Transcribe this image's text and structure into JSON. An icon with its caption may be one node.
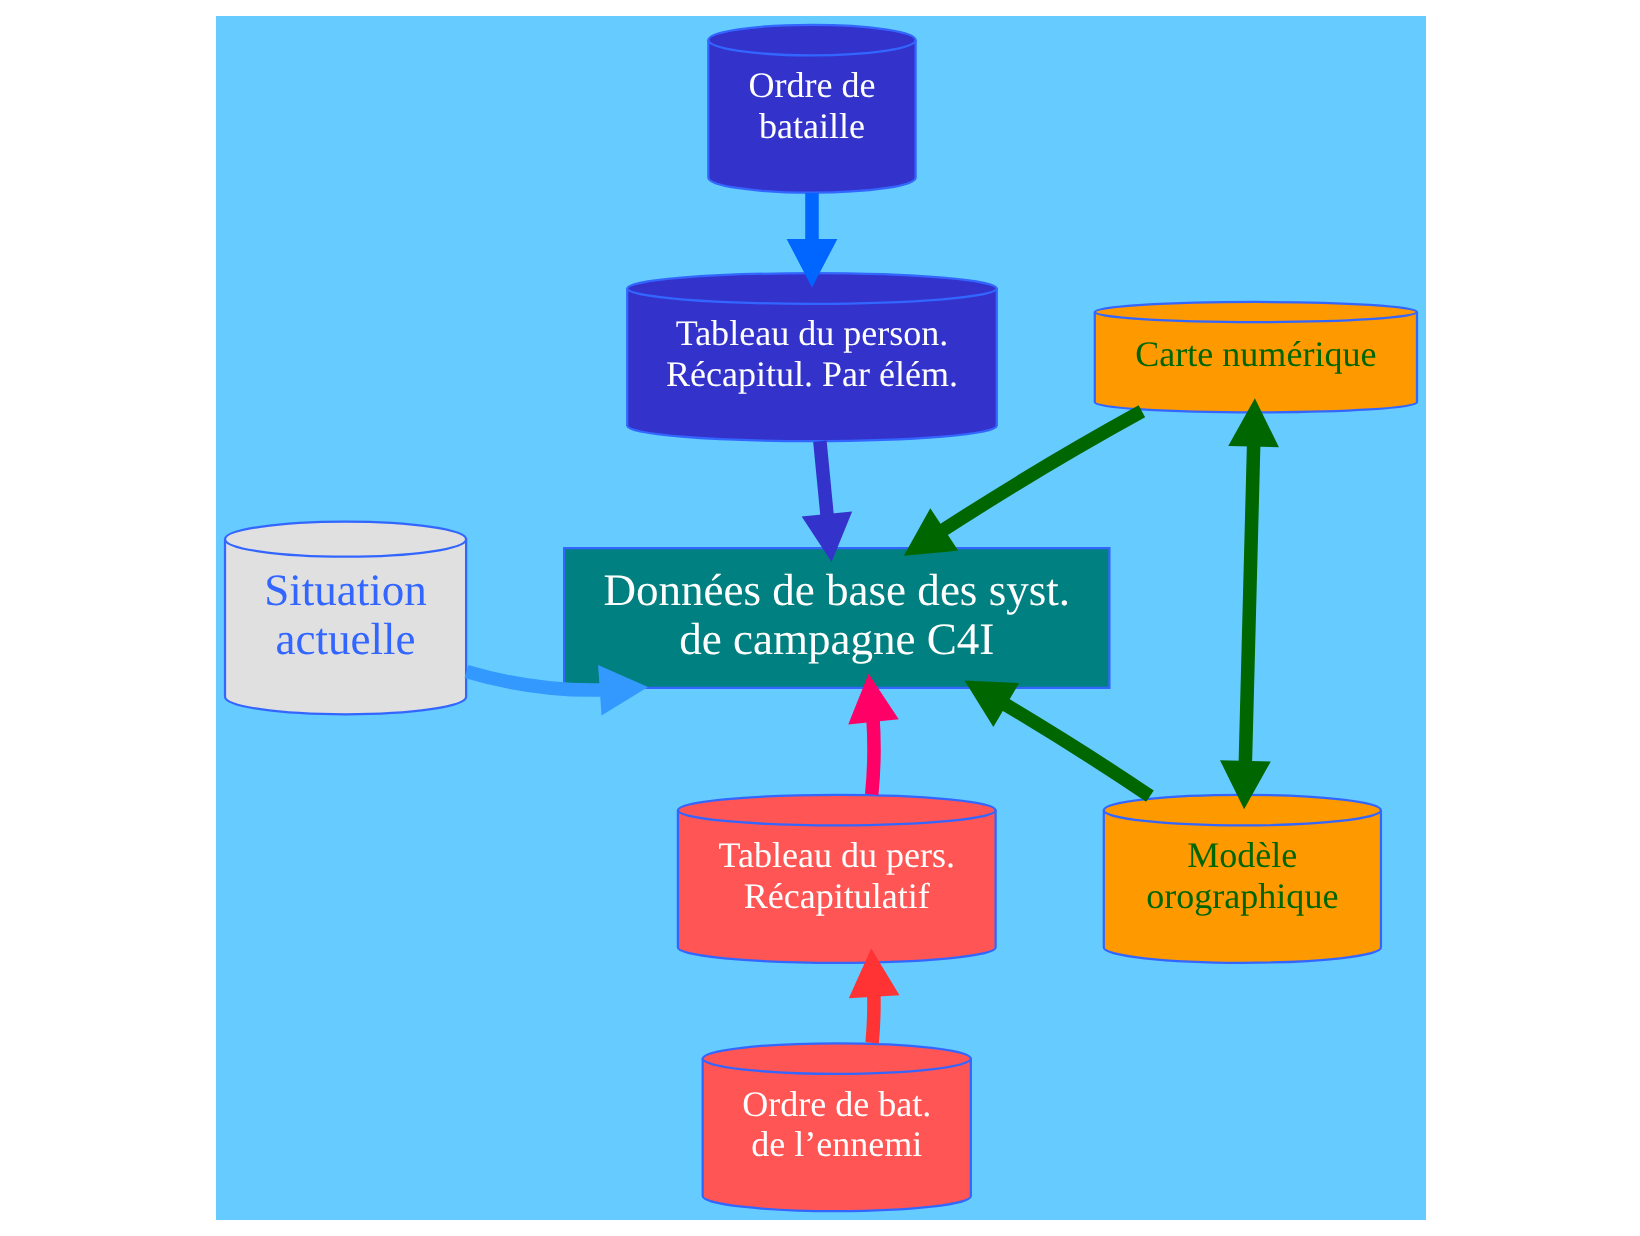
{
  "diagram": {
    "nodes": [
      {
        "text": [
          "Ordre de bataille"
        ]
      },
      {
        "text": [
          "Tableau du person.",
          "Récapitul. Par élém."
        ]
      },
      {
        "text": [
          "Situation actuelle"
        ]
      },
      {
        "text": [
          "Données de base des syst. de campagne C4I"
        ]
      },
      {
        "text": [
          "Carte numérique"
        ]
      },
      {
        "text": [
          "Modèle orographique"
        ]
      },
      {
        "text": [
          "Tableau du pers.",
          "Récapitulatif"
        ]
      },
      {
        "text": [
          "Ordre de bat. de l’ennemi"
        ]
      }
    ],
    "edges": [
      {
        "from": 0,
        "to": 1,
        "arrow": "to",
        "color": "#0066ff"
      },
      {
        "from": 1,
        "to": 3,
        "arrow": "to",
        "color": "#3333cc"
      },
      {
        "from": 2,
        "to": 3,
        "arrow": "to",
        "color": "#3399ff"
      },
      {
        "from": 4,
        "to": 5,
        "arrow": "both",
        "color": "#006600"
      },
      {
        "from": 4,
        "to": 3,
        "arrow": "to",
        "color": "#006600"
      },
      {
        "from": 5,
        "to": 3,
        "arrow": "to",
        "color": "#006600"
      },
      {
        "from": 6,
        "to": 3,
        "arrow": "to",
        "color": "#ff0066"
      },
      {
        "from": 7,
        "to": 6,
        "arrow": "to",
        "color": "#ff3333"
      }
    ]
  }
}
